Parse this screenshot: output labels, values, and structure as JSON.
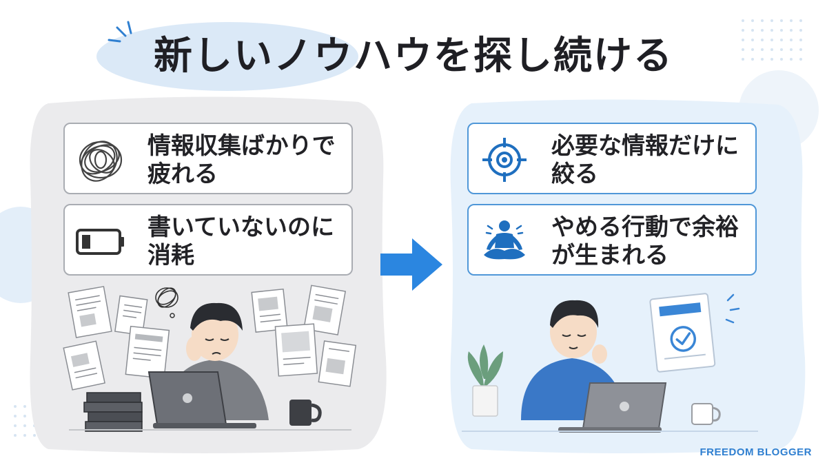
{
  "title": "新しいノウハウを探し続ける",
  "left_panel": {
    "cards": [
      {
        "icon": "tangled-thread-icon",
        "text": "情報収集ばかりで疲れる"
      },
      {
        "icon": "low-battery-icon",
        "text": "書いていないのに消耗"
      }
    ]
  },
  "right_panel": {
    "cards": [
      {
        "icon": "target-icon",
        "text": "必要な情報だけに絞る"
      },
      {
        "icon": "meditation-icon",
        "text": "やめる行動で余裕が生まれる"
      }
    ]
  },
  "brand": "FREEDOM BLOGGER",
  "colors": {
    "accent_blue": "#2f7fd0",
    "arrow_blue": "#2b86e0",
    "left_bg": "#ebebed",
    "right_bg": "#e6f1fb",
    "title_text": "#1f1f24"
  }
}
